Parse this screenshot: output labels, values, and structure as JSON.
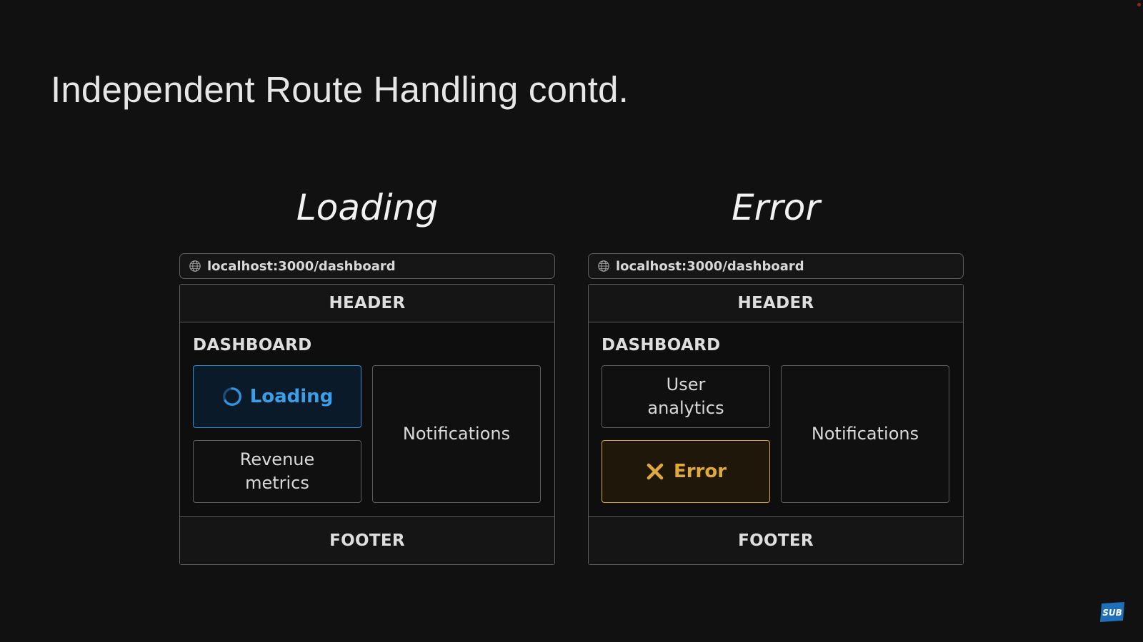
{
  "slide": {
    "title": "Independent Route Handling contd."
  },
  "panels": [
    {
      "heading": "Loading",
      "url": "localhost:3000/dashboard",
      "header": "HEADER",
      "dashboard_title": "DASHBOARD",
      "top_left": "Loading",
      "bottom_left": "Revenue metrics",
      "right": "Notifications",
      "footer": "FOOTER",
      "top_left_state": "loading",
      "state_color": "#3a9fe6"
    },
    {
      "heading": "Error",
      "url": "localhost:3000/dashboard",
      "header": "HEADER",
      "dashboard_title": "DASHBOARD",
      "top_left": "User analytics",
      "bottom_left": "Error",
      "right": "Notifications",
      "footer": "FOOTER",
      "bottom_left_state": "error",
      "state_color": "#e0a93b"
    }
  ],
  "badge": {
    "label": "SUB",
    "color": "#1f6fb8"
  },
  "icons": [
    "globe-icon",
    "spinner-icon",
    "x-icon"
  ]
}
